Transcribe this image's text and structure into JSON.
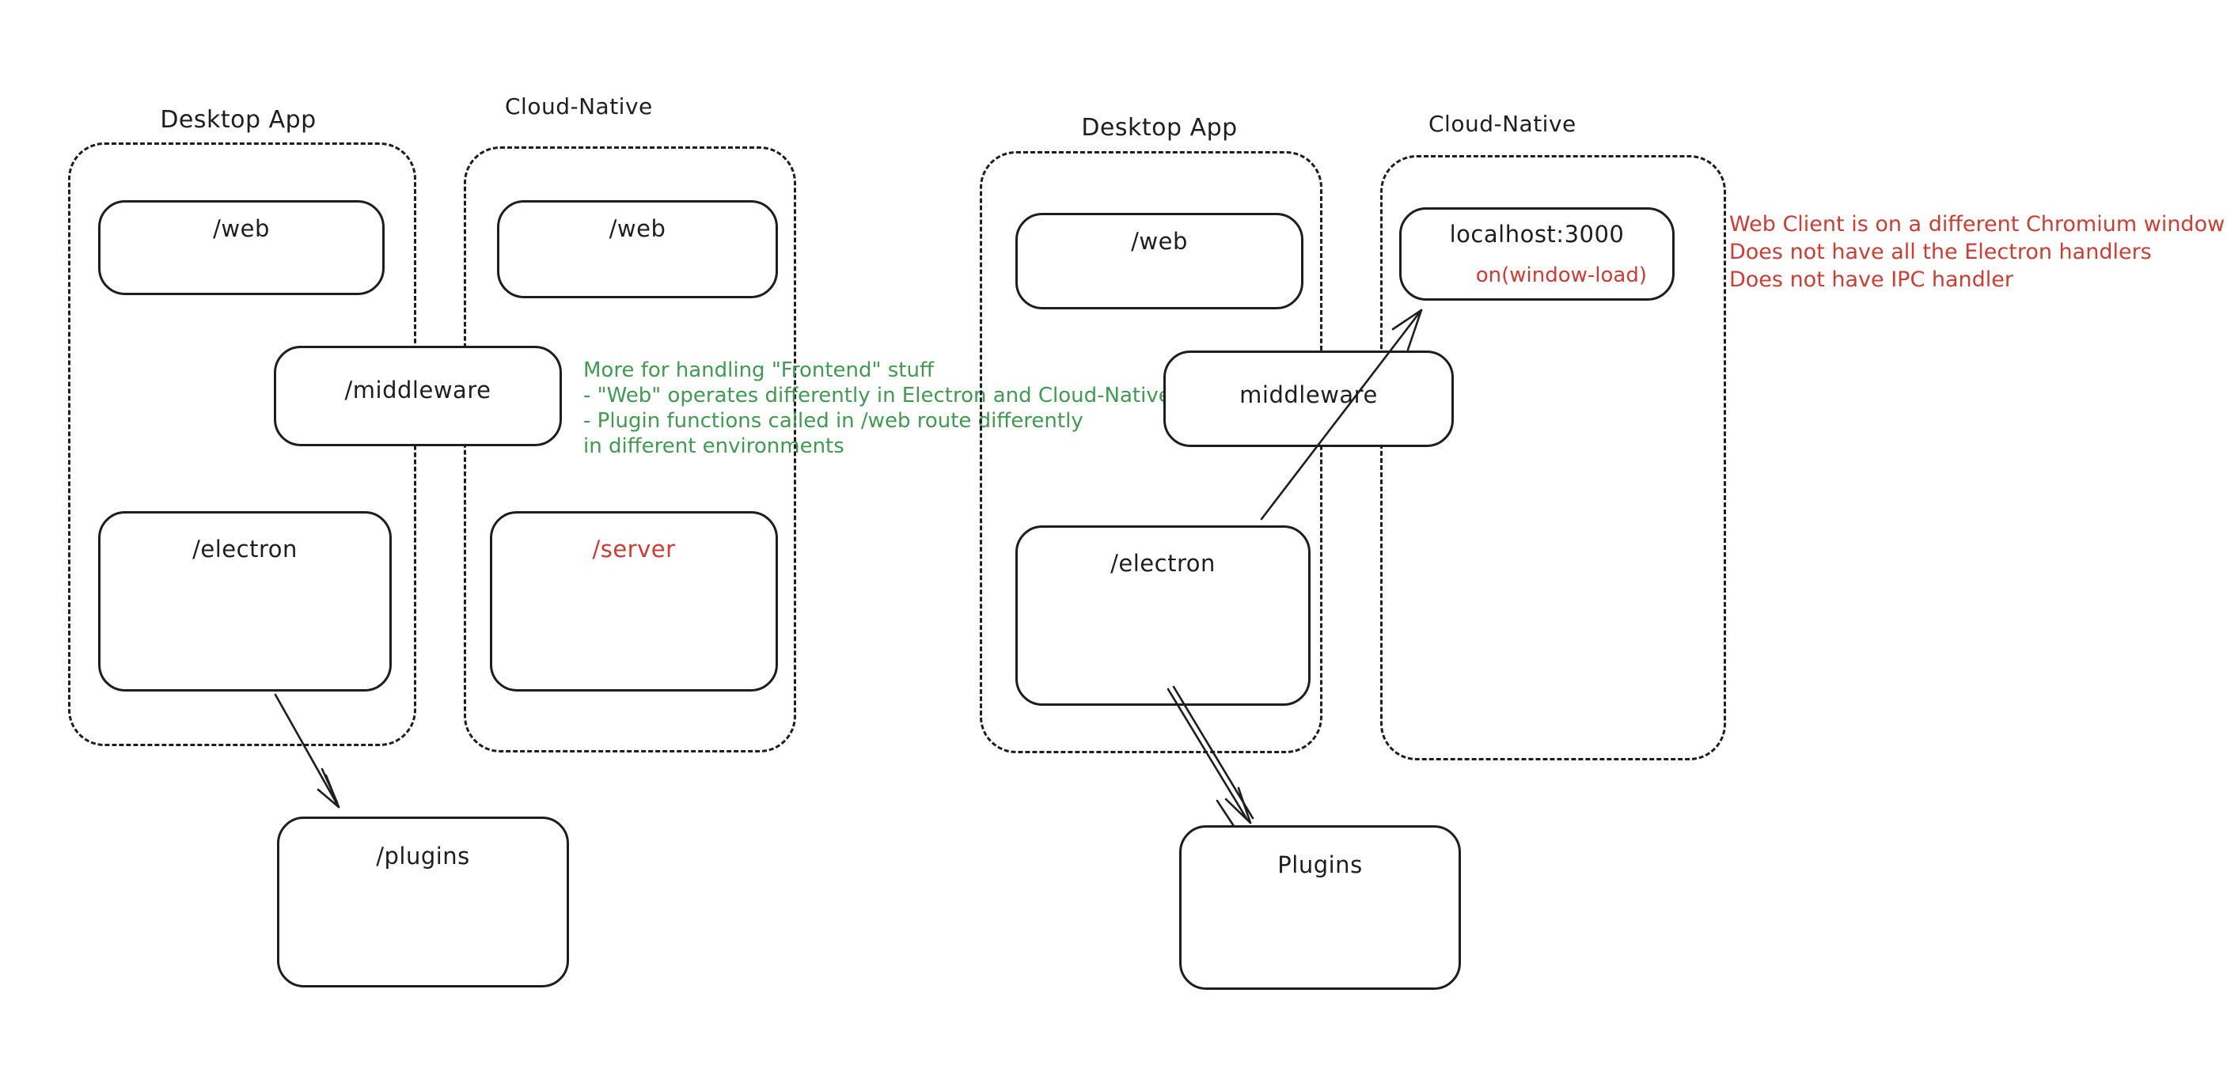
{
  "colors": {
    "stroke": "#1e1e1e",
    "green_annotation": "#3f9b4f",
    "red_annotation": "#d23b31",
    "background": "#ffffff"
  },
  "left_diagram": {
    "desktop_app_label": "Desktop App",
    "cloud_native_label": "Cloud-Native",
    "web_desktop_label": "/web",
    "web_cloud_label": "/web",
    "middleware_label": "/middleware",
    "electron_label": "/electron",
    "server_label": "/server",
    "plugins_label": "/plugins",
    "annotation_green": {
      "lines": [
        "More for handling \"Frontend\" stuff",
        "- \"Web\" operates differently in Electron and Cloud-Native",
        "- Plugin functions called in /web route differently",
        "in different environments"
      ]
    }
  },
  "right_diagram": {
    "desktop_app_label": "Desktop App",
    "cloud_native_label": "Cloud-Native",
    "web_label": "/web",
    "localhost_label": "localhost:3000",
    "window_load_label": "on(window-load)",
    "middleware_label": "middleware",
    "electron_label": "/electron",
    "plugins_label": "Plugins",
    "annotation_red": {
      "lines": [
        "Web Client is on a different Chromium window",
        "Does not have all the Electron handlers",
        "Does not have IPC handler"
      ]
    }
  }
}
